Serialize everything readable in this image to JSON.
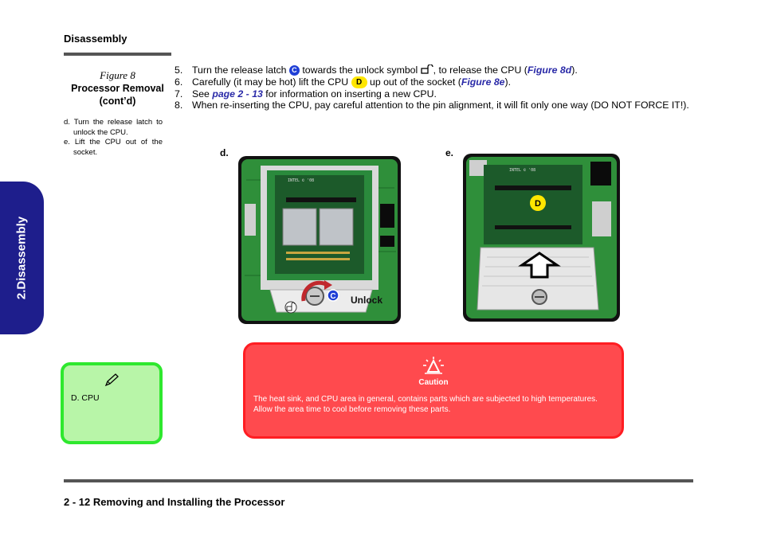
{
  "header": {
    "section": "Disassembly"
  },
  "figure": {
    "number": "Figure 8",
    "title_line1": "Processor Removal",
    "title_line2": "(cont’d)"
  },
  "sub_steps": [
    "d. Turn the release latch to unlock the CPU.",
    "e. Lift the CPU out of the socket."
  ],
  "steps": {
    "s5": {
      "num": "5.",
      "a": "Turn the release latch",
      "badge": "C",
      "b": "towards the unlock symbol",
      "c": ", to release the CPU  (",
      "ref": "Figure 8d",
      "d": ")."
    },
    "s6": {
      "num": "6.",
      "a": "Carefully (it may be hot) lift the CPU",
      "badge": "D",
      "b": "up out of the socket (",
      "ref": "Figure 8e",
      "c": ")."
    },
    "s7": {
      "num": "7.",
      "a": "See",
      "ref": "page 2 - 13",
      "b": "for information on inserting  a new CPU."
    },
    "s8": {
      "num": "8.",
      "a": "When re-inserting the CPU, pay careful attention to the pin alignment, it will fit only one way (DO NOT FORCE IT!)."
    }
  },
  "side_tab": {
    "label": "2.Disassembly"
  },
  "photos": {
    "d": {
      "label": "d.",
      "badge": "C",
      "unlock_text": "Unlock",
      "chip_mark": "INTEL © '08"
    },
    "e": {
      "label": "e.",
      "badge": "D",
      "chip_mark": "INTEL © '08"
    }
  },
  "note": {
    "text": "D.  CPU",
    "icon": "pencil-icon"
  },
  "caution": {
    "title": "Caution",
    "icon": "heat-warning-icon",
    "text": "The heat sink, and CPU area in general, contains parts which are subjected to high temperatures. Allow the area time to cool before removing these parts."
  },
  "footer": {
    "text": "2  -  12  Removing and Installing the Processor"
  },
  "colors": {
    "tab": "#1e1e8c",
    "note_bg": "#b8f5a8",
    "note_border": "#2ee82e",
    "caution_bg": "#ff4a4e",
    "caution_border": "#ff1d22",
    "ref": "#2a2aa8",
    "badge_c": "#1f3fd6",
    "badge_d": "#ffe600"
  }
}
